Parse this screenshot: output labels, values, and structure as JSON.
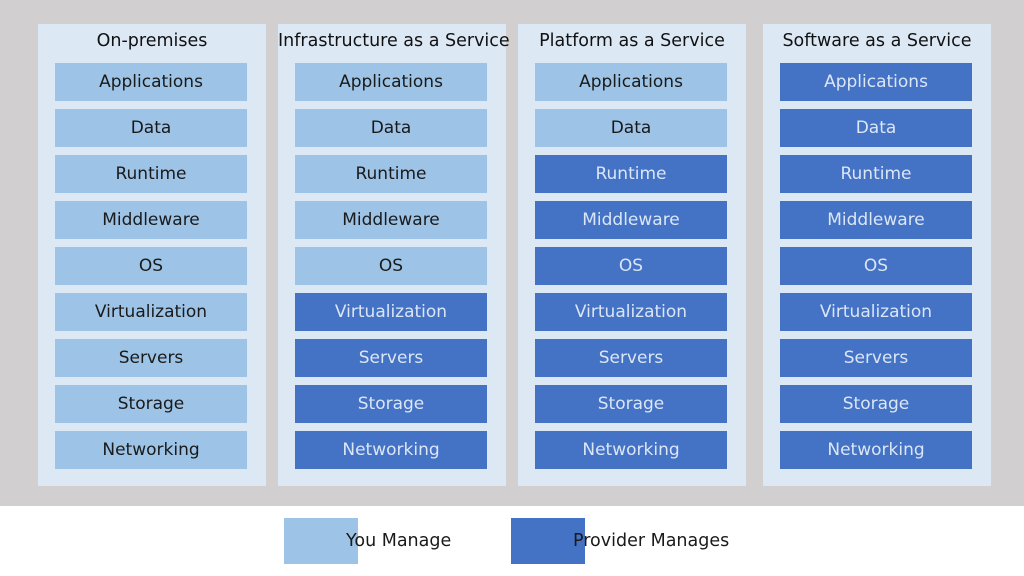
{
  "colors": {
    "background": "#d1cfd0",
    "column_panel": "#dde8f5",
    "you_manage": "#9dc3e6",
    "provider_manages": "#4472c4"
  },
  "columns": [
    {
      "title": "On-premises",
      "layers": [
        {
          "label": "Applications",
          "managed_by": "you"
        },
        {
          "label": "Data",
          "managed_by": "you"
        },
        {
          "label": "Runtime",
          "managed_by": "you"
        },
        {
          "label": "Middleware",
          "managed_by": "you"
        },
        {
          "label": "OS",
          "managed_by": "you"
        },
        {
          "label": "Virtualization",
          "managed_by": "you"
        },
        {
          "label": "Servers",
          "managed_by": "you"
        },
        {
          "label": "Storage",
          "managed_by": "you"
        },
        {
          "label": "Networking",
          "managed_by": "you"
        }
      ]
    },
    {
      "title": "Infrastructure as a Service",
      "layers": [
        {
          "label": "Applications",
          "managed_by": "you"
        },
        {
          "label": "Data",
          "managed_by": "you"
        },
        {
          "label": "Runtime",
          "managed_by": "you"
        },
        {
          "label": "Middleware",
          "managed_by": "you"
        },
        {
          "label": "OS",
          "managed_by": "you"
        },
        {
          "label": "Virtualization",
          "managed_by": "provider"
        },
        {
          "label": "Servers",
          "managed_by": "provider"
        },
        {
          "label": "Storage",
          "managed_by": "provider"
        },
        {
          "label": "Networking",
          "managed_by": "provider"
        }
      ]
    },
    {
      "title": "Platform as a Service",
      "layers": [
        {
          "label": "Applications",
          "managed_by": "you"
        },
        {
          "label": "Data",
          "managed_by": "you"
        },
        {
          "label": "Runtime",
          "managed_by": "provider"
        },
        {
          "label": "Middleware",
          "managed_by": "provider"
        },
        {
          "label": "OS",
          "managed_by": "provider"
        },
        {
          "label": "Virtualization",
          "managed_by": "provider"
        },
        {
          "label": "Servers",
          "managed_by": "provider"
        },
        {
          "label": "Storage",
          "managed_by": "provider"
        },
        {
          "label": "Networking",
          "managed_by": "provider"
        }
      ]
    },
    {
      "title": "Software as a Service",
      "layers": [
        {
          "label": "Applications",
          "managed_by": "provider"
        },
        {
          "label": "Data",
          "managed_by": "provider"
        },
        {
          "label": "Runtime",
          "managed_by": "provider"
        },
        {
          "label": "Middleware",
          "managed_by": "provider"
        },
        {
          "label": "OS",
          "managed_by": "provider"
        },
        {
          "label": "Virtualization",
          "managed_by": "provider"
        },
        {
          "label": "Servers",
          "managed_by": "provider"
        },
        {
          "label": "Storage",
          "managed_by": "provider"
        },
        {
          "label": "Networking",
          "managed_by": "provider"
        }
      ]
    }
  ],
  "legend": {
    "you_manage": "You Manage",
    "provider_manages": "Provider Manages"
  }
}
